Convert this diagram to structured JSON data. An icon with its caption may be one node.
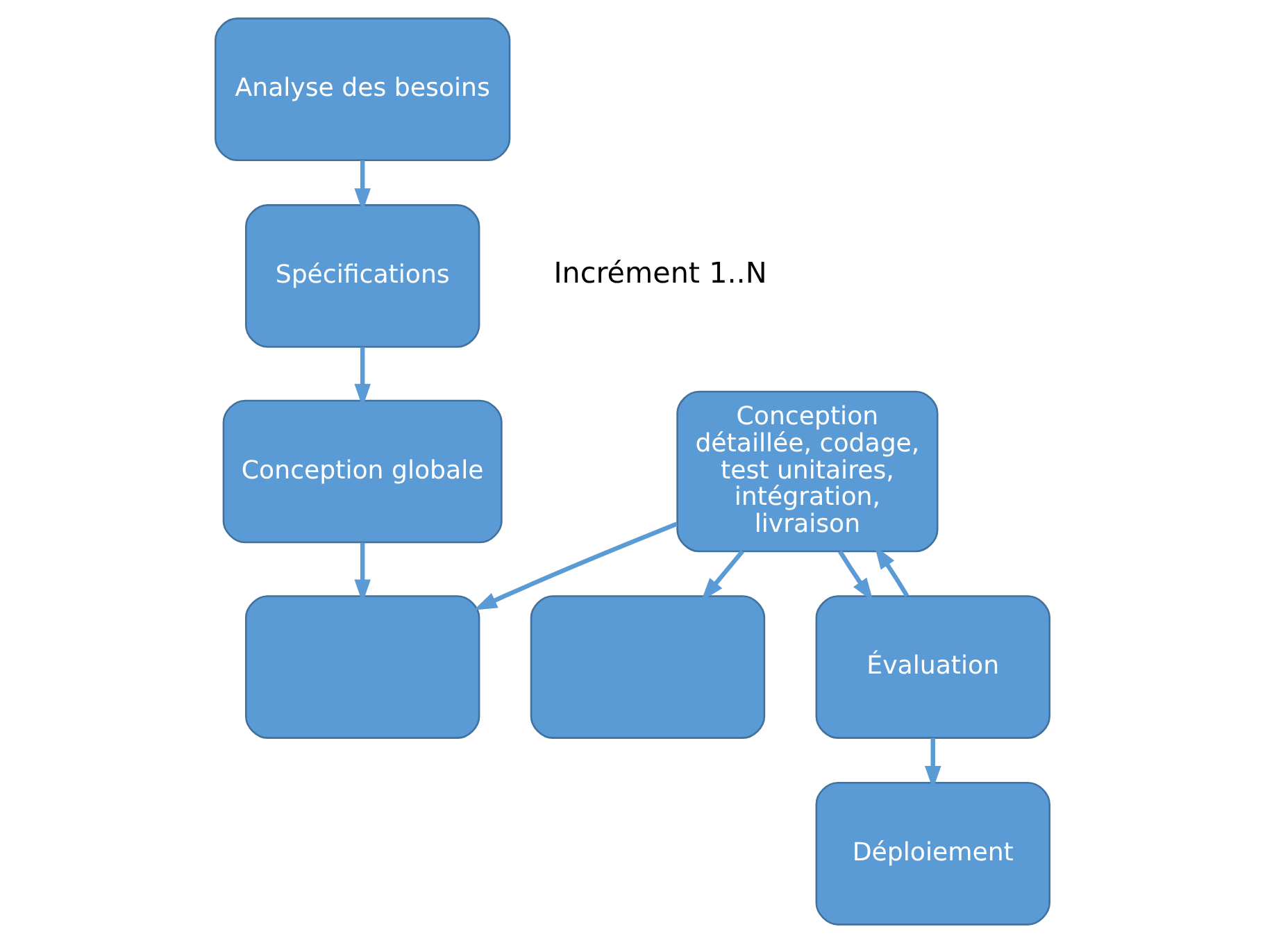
{
  "diagram": {
    "nodes": [
      {
        "text": [
          "Analyse des besoins"
        ]
      },
      {
        "text": [
          "Spécifications"
        ]
      },
      {
        "text": [
          "Conception globale"
        ]
      },
      {
        "text": [],
        "shape": "box"
      },
      {
        "text": [],
        "shape": "box"
      },
      {
        "text": [
          "Conception détaillée, codage, test unitaires, intégration, livraison"
        ]
      },
      {
        "text": [
          "Évaluation"
        ]
      },
      {
        "text": [
          "Déploiement"
        ]
      }
    ],
    "edges": [
      {
        "from": 0,
        "to": 1,
        "arrow": "to"
      },
      {
        "from": 1,
        "to": 2,
        "arrow": "to"
      },
      {
        "from": 2,
        "to": 3,
        "arrow": "to"
      },
      {
        "from": 5,
        "to": 3,
        "arrow": "to"
      },
      {
        "from": 5,
        "to": 4,
        "arrow": "to"
      },
      {
        "from": 5,
        "to": 6,
        "arrow": "to"
      },
      {
        "from": 6,
        "to": 5,
        "arrow": "to"
      },
      {
        "from": 6,
        "to": 7,
        "arrow": "to"
      }
    ],
    "labels": [
      "Incrément 1..N"
    ]
  }
}
